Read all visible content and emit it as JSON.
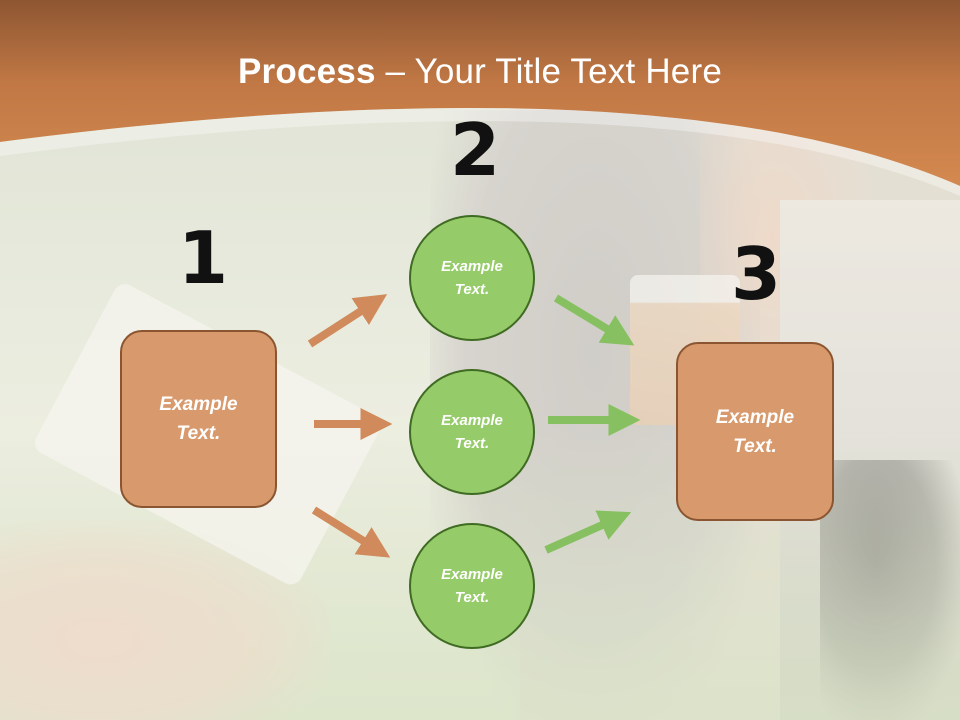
{
  "title": {
    "bold": "Process",
    "rest": " – Your Title Text Here"
  },
  "steps": {
    "one": "1",
    "two": "2",
    "three": "3"
  },
  "boxes": {
    "left": {
      "line1": "Example",
      "line2": "Text."
    },
    "right": {
      "line1": "Example",
      "line2": "Text."
    }
  },
  "circles": [
    {
      "line1": "Example",
      "line2": "Text."
    },
    {
      "line1": "Example",
      "line2": "Text."
    },
    {
      "line1": "Example",
      "line2": "Text."
    }
  ],
  "colors": {
    "header": "#c97d45",
    "box_fill": "#d89a6c",
    "circle_fill": "#96cb6a",
    "orange_arrow": "#d08a5c",
    "green_arrow": "#86c060"
  }
}
